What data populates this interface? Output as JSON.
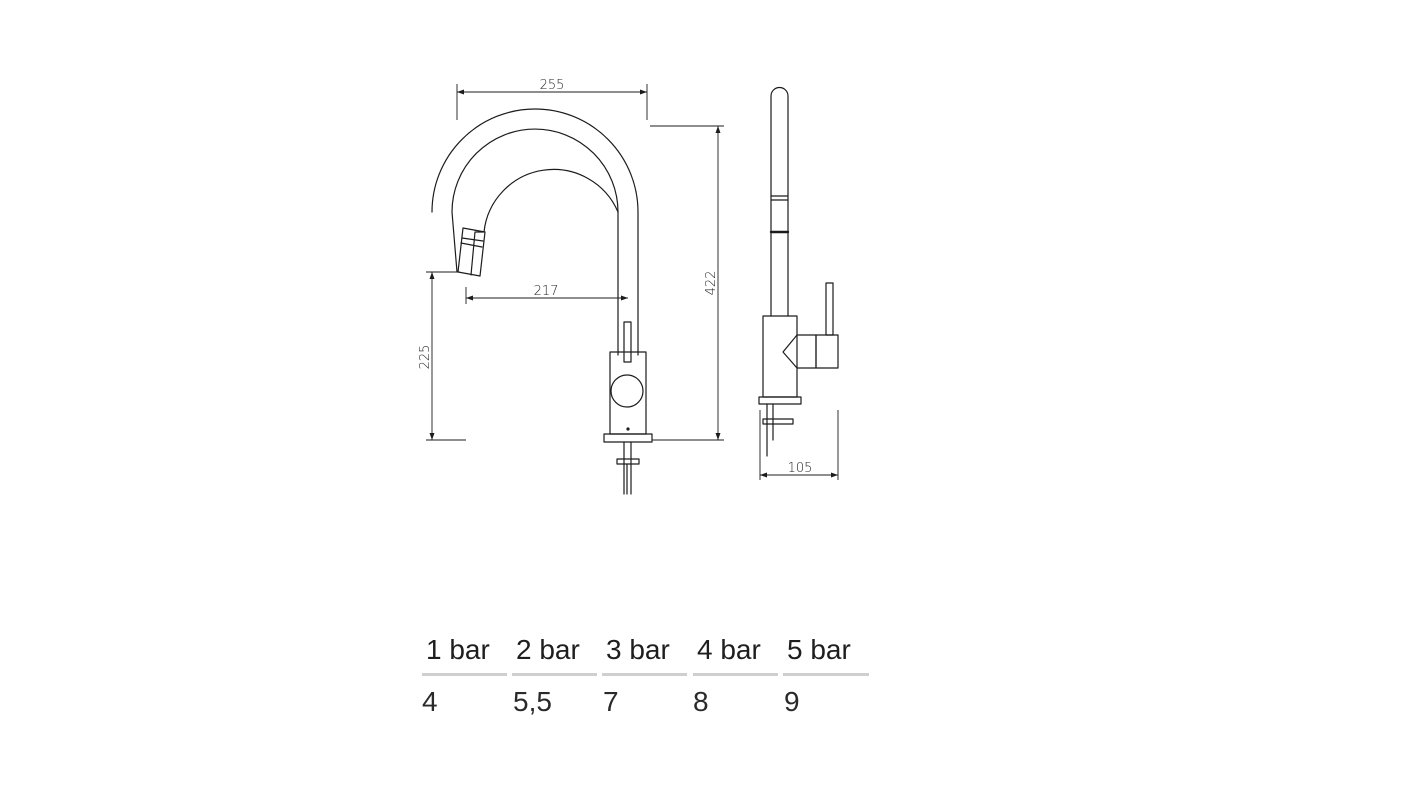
{
  "dimensions": {
    "top_width": "255",
    "reach": "217",
    "total_height": "422",
    "spout_height": "225",
    "base_depth": "105"
  },
  "flow_table": {
    "headers": [
      "1 bar",
      "2 bar",
      "3 bar",
      "4 bar",
      "5 bar"
    ],
    "values": [
      "4",
      "5,5",
      "7",
      "8",
      "9"
    ]
  }
}
